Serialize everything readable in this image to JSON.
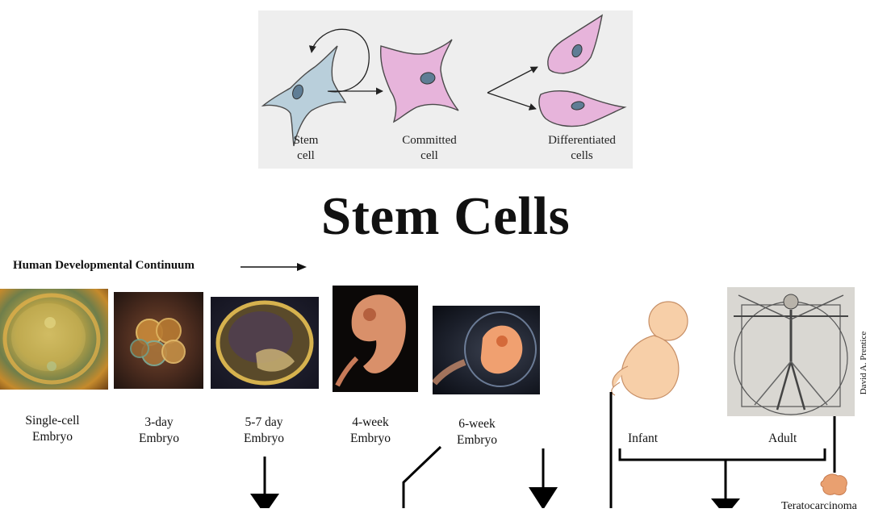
{
  "title": "Stem Cells",
  "cell_diagram": {
    "labels": {
      "stem": [
        "Stem",
        "cell"
      ],
      "committed": [
        "Committed",
        "cell"
      ],
      "differentiated": [
        "Differentiated",
        "cells"
      ]
    },
    "colors": {
      "background": "#eeeeee",
      "stem_cell": "#b9cfdb",
      "committed_cell": "#e7b4db",
      "nucleus": "#5f7d95"
    }
  },
  "continuum": {
    "header": "Human Developmental Continuum",
    "stages": [
      {
        "line1": "Single-cell",
        "line2": "Embryo"
      },
      {
        "line1": "3-day",
        "line2": "Embryo"
      },
      {
        "line1": "5-7 day",
        "line2": "Embryo"
      },
      {
        "line1": "4-week",
        "line2": "Embryo"
      },
      {
        "line1": "6-week",
        "line2": "Embryo"
      }
    ],
    "later_stages": {
      "infant": "Infant",
      "adult": "Adult"
    },
    "credit": "David A. Prentice",
    "tumor_label": "Teratocarcinoma"
  }
}
